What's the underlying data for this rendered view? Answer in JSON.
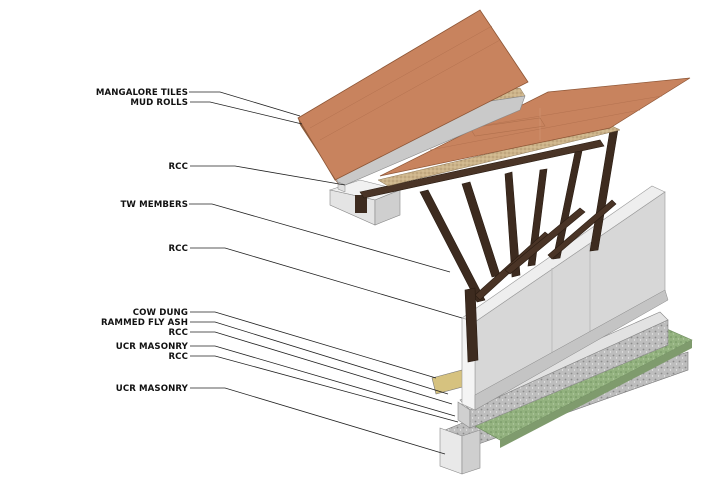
{
  "labels": [
    {
      "key": "mangalore",
      "text": "MANGALORE TILES"
    },
    {
      "key": "mud",
      "text": "MUD ROLLS"
    },
    {
      "key": "rcc1",
      "text": "RCC"
    },
    {
      "key": "tw",
      "text": "TW MEMBERS"
    },
    {
      "key": "rcc2",
      "text": "RCC"
    },
    {
      "key": "cowdung",
      "text": "COW DUNG"
    },
    {
      "key": "flyash",
      "text": "RAMMED FLY ASH"
    },
    {
      "key": "rcc3",
      "text": "RCC"
    },
    {
      "key": "ucr1",
      "text": "UCR MASONRY"
    },
    {
      "key": "rcc4",
      "text": "RCC"
    },
    {
      "key": "ucr2",
      "text": "UCR MASONRY"
    }
  ],
  "colors": {
    "tile": "#c8835e",
    "tile_dark": "#a9663f",
    "timber": "#3d2b1f",
    "wall": "#d9d9d9",
    "concrete": "#e6e6e6",
    "grass": "#8fae7c",
    "masonry": "#b8b8b8"
  }
}
